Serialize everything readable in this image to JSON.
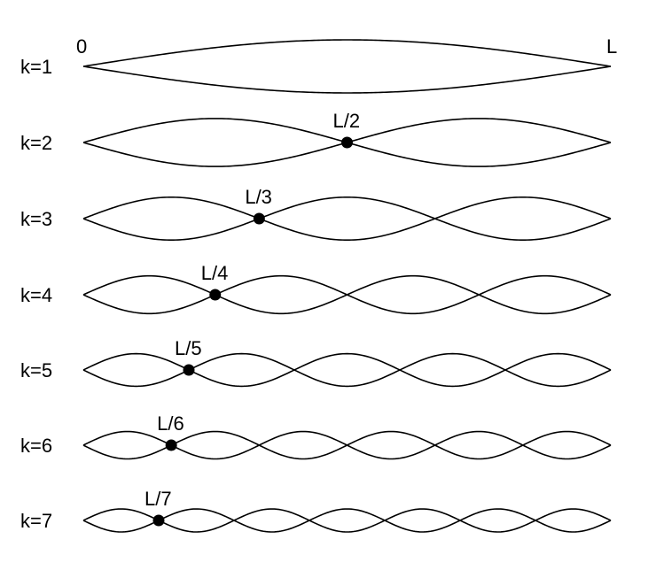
{
  "diagram": {
    "start_label": "0",
    "end_label": "L",
    "colors": {
      "line": "#000000",
      "node": "#000000",
      "background": "#ffffff"
    },
    "modes": [
      {
        "k_label": "k=1",
        "k": 1,
        "node_label": ""
      },
      {
        "k_label": "k=2",
        "k": 2,
        "node_label": "L/2"
      },
      {
        "k_label": "k=3",
        "k": 3,
        "node_label": "L/3"
      },
      {
        "k_label": "k=4",
        "k": 4,
        "node_label": "L/4"
      },
      {
        "k_label": "k=5",
        "k": 5,
        "node_label": "L/5"
      },
      {
        "k_label": "k=6",
        "k": 6,
        "node_label": "L/6"
      },
      {
        "k_label": "k=7",
        "k": 7,
        "node_label": "L/7"
      }
    ]
  }
}
